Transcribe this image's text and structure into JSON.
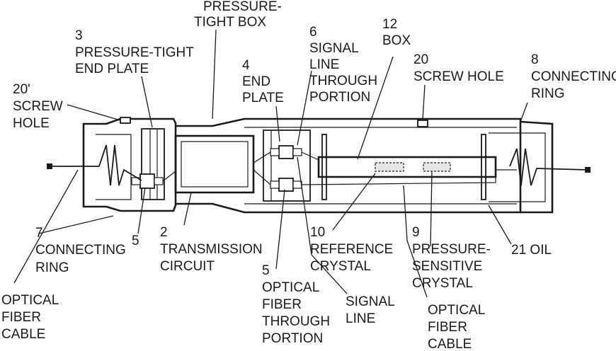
{
  "figure": {
    "subject": "pressure-sensing device with optical fiber cables"
  },
  "labels": {
    "pressure_tight_box": [
      "PRESSURE-",
      "TIGHT BOX"
    ],
    "pressure_tight_end_plate": [
      "3",
      "PRESSURE-TIGHT",
      "END PLATE"
    ],
    "end_plate": [
      "4",
      "END",
      "PLATE"
    ],
    "signal_line_through_portion": [
      "6",
      "SIGNAL",
      "LINE",
      "THROUGH",
      "PORTION"
    ],
    "box": [
      "12",
      "BOX"
    ],
    "screw_hole_20": [
      "20",
      "SCREW HOLE"
    ],
    "connecting_ring_8": [
      "8",
      "CONNECTING",
      "RING"
    ],
    "screw_hole_20p": [
      "20'",
      "SCREW",
      "HOLE"
    ],
    "connecting_ring_7": [
      "7",
      "CONNECTING",
      "RING"
    ],
    "num_5_left": "5",
    "transmission_circuit": [
      "2",
      "TRANSMISSION",
      "CIRCUIT"
    ],
    "reference_crystal": [
      "10",
      "REFERENCE",
      "CRYSTAL"
    ],
    "pressure_sensitive_crystal": [
      "9",
      "PRESSURE-",
      "SENSITIVE",
      "CRYSTAL"
    ],
    "oil": "21 OIL",
    "optical_fiber_cable_left": [
      "OPTICAL",
      "FIBER",
      "CABLE"
    ],
    "optical_fiber_through_portion": [
      "5",
      "OPTICAL",
      "FIBER",
      "THROUGH",
      "PORTION"
    ],
    "signal_line": [
      "SIGNAL",
      "LINE"
    ],
    "optical_fiber_cable_right": [
      "OPTICAL",
      "FIBER",
      "CABLE"
    ]
  }
}
